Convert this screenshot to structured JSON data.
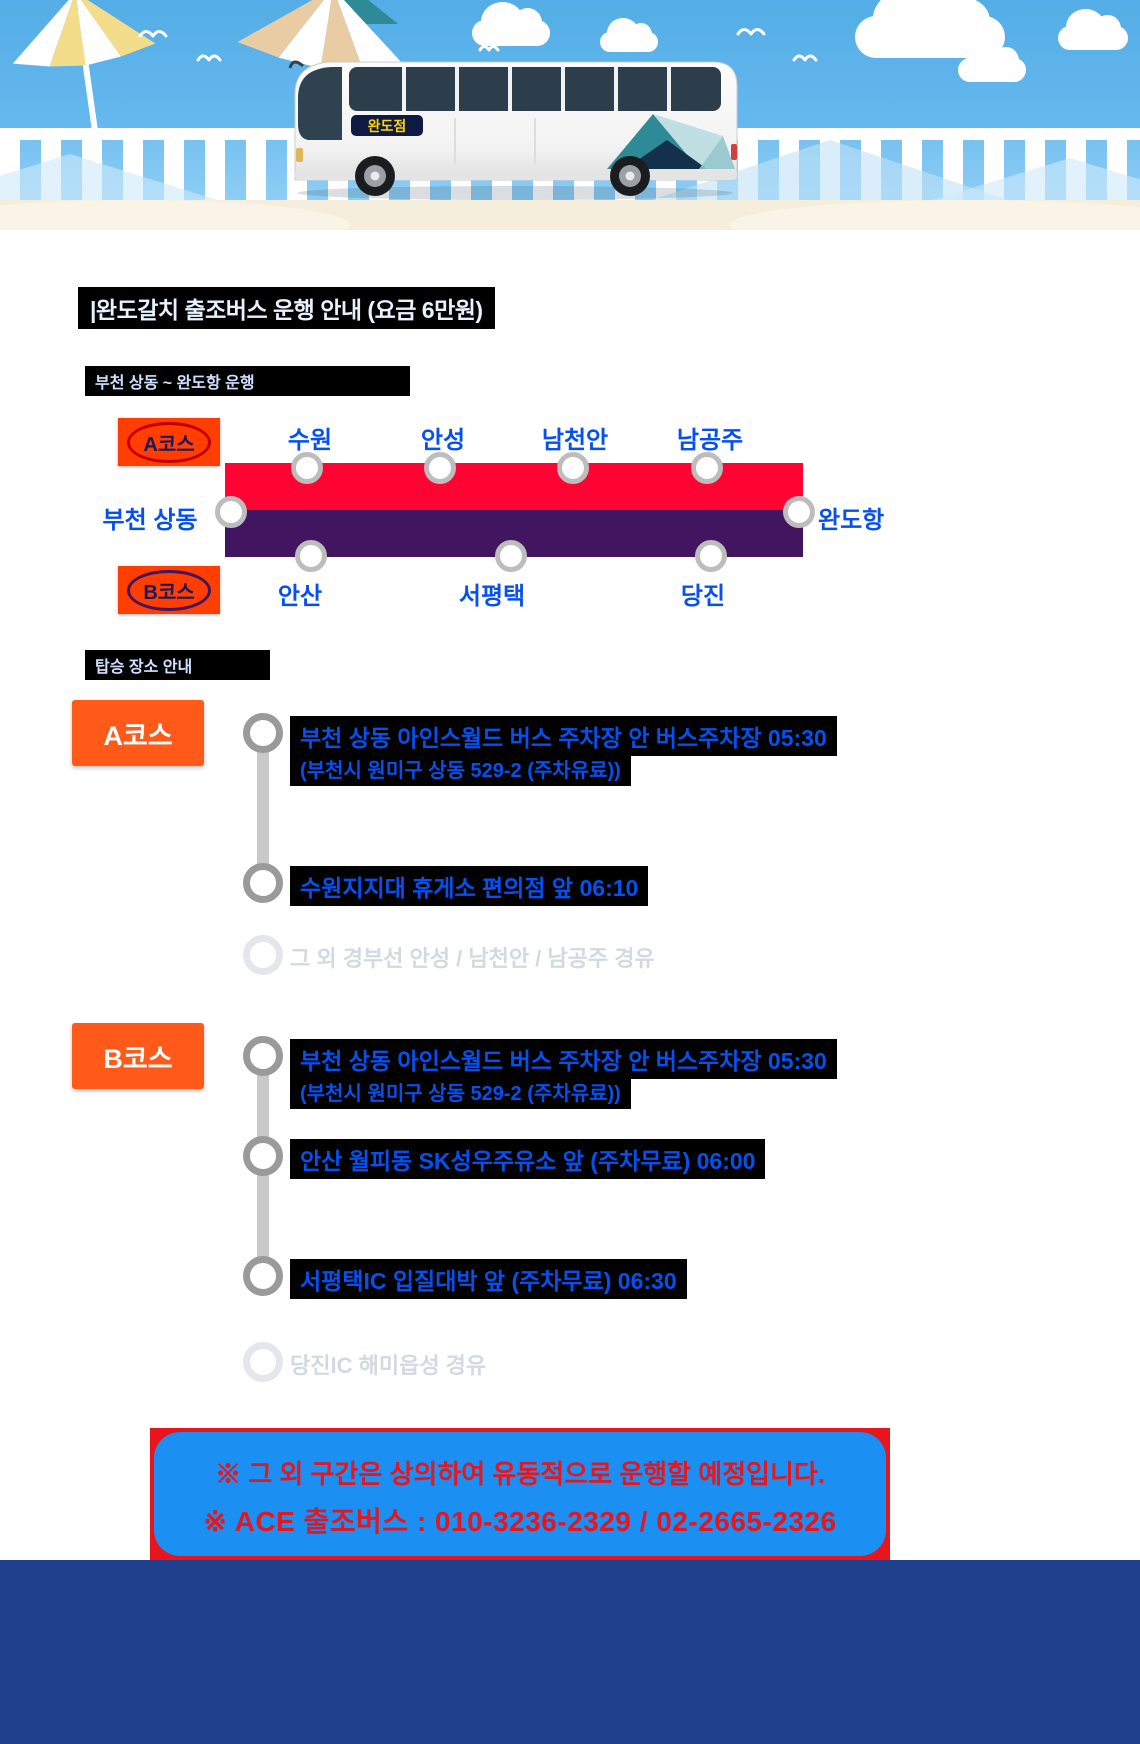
{
  "colors": {
    "sky_blue": "#68bbef",
    "course_a_red": "#fe0433",
    "course_b_purple": "#41155f",
    "badge_orange": "#ff3e00",
    "button_orange": "#ff5a1a",
    "label_blue": "#0550ee",
    "notice_box_blue": "#1b8ff2",
    "notice_text_red": "#e8151d",
    "footer_navy": "#21418f"
  },
  "banner": {
    "bus_label": "완도점"
  },
  "title": "|완도갈치 출조버스 운행 안내 (요금 6만원)",
  "route_map": {
    "header": "부천 상동 ~ 완도항 운행",
    "badge_a": "A코스",
    "badge_b": "B코스",
    "start_label": "부천 상동",
    "end_label": "완도항",
    "a_stops": [
      "수원",
      "안성",
      "남천안",
      "남공주"
    ],
    "b_stops": [
      "안산",
      "서평택",
      "당진"
    ]
  },
  "boarding": {
    "header": "탑승 장소 안내",
    "course_a": {
      "button": "A코스",
      "stops": [
        {
          "main": "부천 상동 아인스월드 버스 주차장 안 버스주차장  05:30",
          "sub": "(부천시 원미구 상동 529-2 (주차유료))"
        },
        {
          "main": "수원지지대 휴게소 편의점 앞 06:10"
        },
        {
          "main": "그 외 경부선 안성 / 남천안 / 남공주 경유"
        }
      ]
    },
    "course_b": {
      "button": "B코스",
      "stops": [
        {
          "main": "부천 상동 아인스월드 버스 주차장 안 버스주차장  05:30",
          "sub": "(부천시 원미구 상동 529-2 (주차유료))"
        },
        {
          "main": "안산 월피동 SK성우주유소 앞 (주차무료)  06:00"
        },
        {
          "main": "서평택IC 입질대박 앞 (주차무료) 06:30"
        },
        {
          "main": "당진IC 해미읍성 경유"
        }
      ]
    }
  },
  "notice": {
    "line1": "※ 그 외 구간은 상의하여 유동적으로 운행할 예정입니다.",
    "line2": "※ ACE 출조버스 : 010-3236-2329 / 02-2665-2326"
  }
}
